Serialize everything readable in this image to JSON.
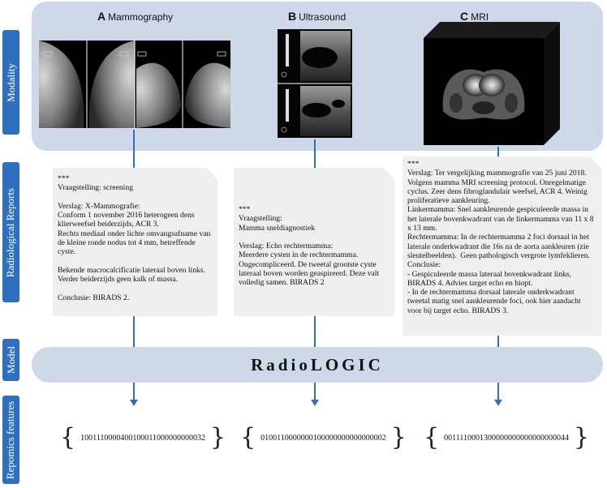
{
  "side_labels": {
    "modality": "Modality",
    "reports": "Radiological Reports",
    "model": "Model",
    "features": "Repomics features"
  },
  "columns": [
    {
      "letter": "A",
      "name": "Mammography"
    },
    {
      "letter": "B",
      "name": "Ultrasound"
    },
    {
      "letter": "C",
      "name": "MRI"
    }
  ],
  "reports": [
    "***\nVraagstelling: screening\n\nVerslag: X-Mammografie:\nConform 1 november 2016 heterogeen dens klierweefsel beiderzijds, ACR 3.\nRechts mediaal onder lichte omvangsafname van de kleine ronde nodus tot 4 mm, betreffende cyste.\n\nBekende macrocalcificatie lateraal boven links. Verder beiderzijds geen kalk of massa.\n\nConclusie: BIRADS 2.",
    "***\nVraagstelling:\nMamma sneldiagnostiek\n\nVerslag: Echo rechtermamma:\nMeerdere cysten in de rechtermamma. Ongecompliceerd. De tweetal grootste cyste lateraal boven worden geaspireerd. Deze valt volledig samen. BIRADS 2",
    "***\nVerslag: Ter vergelijking mammografie van 25 juni 2018. Volgens mamma MRI screening protocol. Onregelmatige cyclus. Zeer dens fibroglandulair weefsel, ACR 4. Weinig proliferatieve aankleuring.\nLinkermamma: Snel aankleurende gespiculeerde massa in het laterale bovenkwadrant van de linkermamma van 11 x 8 x 13 mm.\nRechtermamma: In de rechtermamma 2 foci dorsaal in het laterale onderkwadrant die 16s na de aorta aankleuren (zie sleutelbeelden).  Geen pathologisch vergrote lymfeklieren.\nConclusie:\n- Gespiculeerde massa lateraal bovenkwadrant links, BIRADS 4. Advies target echo en biopt.\n- In de rechtermamma dorsaal laterale onderkwadrant tweetal matig snel aankleurende foci, ook hier aandacht voor bij target echo. BIRADS 3."
  ],
  "model_name": "RadioLOGIC",
  "features": [
    "1001110000400100011000000000032",
    "0100110000000100000000000000002",
    "0011110001300000000000000000044"
  ],
  "colors": {
    "accent": "#2f6fbf",
    "panel": "#cfd8e8",
    "report_bg": "#efefef"
  }
}
